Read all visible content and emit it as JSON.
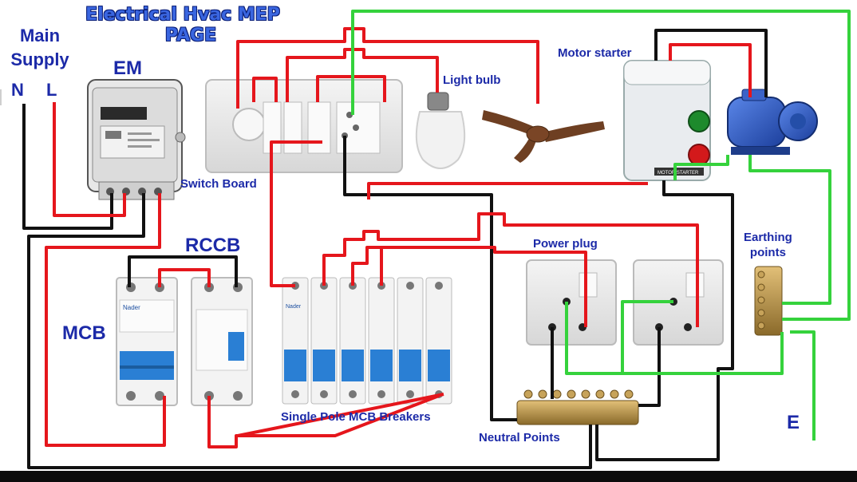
{
  "title": {
    "line1": "Electrical Hvac MEP",
    "line2": "PAGE"
  },
  "labels": {
    "main_supply_line1": "Main",
    "main_supply_line2": "Supply",
    "neutral": "N",
    "live": "L",
    "energy_meter": "EM",
    "switch_board": "Switch Board",
    "light_bulb": "Light bulb",
    "motor_starter": "Motor starter",
    "rccb": "RCCB",
    "mcb": "MCB",
    "power_plug": "Power plug",
    "earthing_line1": "Earthing",
    "earthing_line2": "points",
    "single_pole": "Single Pole MCB Breakers",
    "neutral_points": "Neutral Points",
    "earth": "E"
  },
  "device_text": {
    "mcb_brand": "Nader",
    "breaker_brand": "Nader",
    "starter_badge": "MOTOR STARTER"
  },
  "colors": {
    "phase_wire": "#e5161c",
    "neutral_wire": "#111111",
    "earth_wire": "#35d23c",
    "label_blue": "#1c2aa8",
    "title_blue": "#3a66e0",
    "breaker_toggle": "#2a7fd4"
  }
}
